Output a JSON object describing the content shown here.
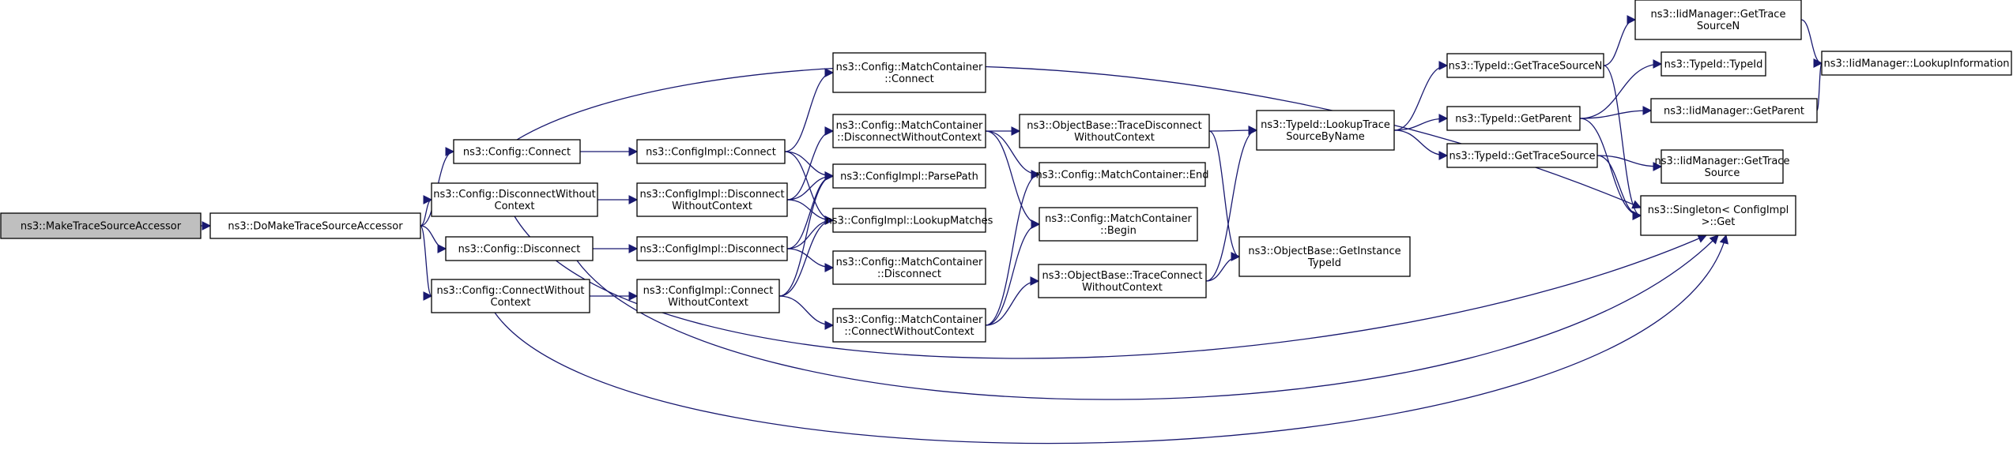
{
  "graph": {
    "nodes": [
      {
        "id": "n0",
        "lines": [
          "ns3::MakeTraceSourceAccessor"
        ],
        "root": true
      },
      {
        "id": "n1",
        "lines": [
          "ns3::DoMakeTraceSourceAccessor"
        ]
      },
      {
        "id": "n2",
        "lines": [
          "ns3::Config::Connect"
        ]
      },
      {
        "id": "n3",
        "lines": [
          "ns3::Config::DisconnectWithout",
          "Context"
        ]
      },
      {
        "id": "n4",
        "lines": [
          "ns3::Config::Disconnect"
        ]
      },
      {
        "id": "n5",
        "lines": [
          "ns3::Config::ConnectWithout",
          "Context"
        ]
      },
      {
        "id": "n6",
        "lines": [
          "ns3::ConfigImpl::Connect"
        ]
      },
      {
        "id": "n7",
        "lines": [
          "ns3::ConfigImpl::Disconnect",
          "WithoutContext"
        ]
      },
      {
        "id": "n8",
        "lines": [
          "ns3::ConfigImpl::Disconnect"
        ]
      },
      {
        "id": "n9",
        "lines": [
          "ns3::ConfigImpl::Connect",
          "WithoutContext"
        ]
      },
      {
        "id": "n10",
        "lines": [
          "ns3::Config::MatchContainer",
          "::Connect"
        ]
      },
      {
        "id": "n11",
        "lines": [
          "ns3::Config::MatchContainer",
          "::DisconnectWithoutContext"
        ]
      },
      {
        "id": "n12",
        "lines": [
          "ns3::ConfigImpl::ParsePath"
        ]
      },
      {
        "id": "n13",
        "lines": [
          "ns3::ConfigImpl::LookupMatches"
        ]
      },
      {
        "id": "n14",
        "lines": [
          "ns3::Config::MatchContainer",
          "::Disconnect"
        ]
      },
      {
        "id": "n15",
        "lines": [
          "ns3::Config::MatchContainer",
          "::ConnectWithoutContext"
        ]
      },
      {
        "id": "n16",
        "lines": [
          "ns3::ObjectBase::TraceDisconnect",
          "WithoutContext"
        ]
      },
      {
        "id": "n17",
        "lines": [
          "ns3::Config::MatchContainer::End"
        ]
      },
      {
        "id": "n18",
        "lines": [
          "ns3::Config::MatchContainer",
          "::Begin"
        ]
      },
      {
        "id": "n19",
        "lines": [
          "ns3::ObjectBase::TraceConnect",
          "WithoutContext"
        ]
      },
      {
        "id": "n20",
        "lines": [
          "ns3::TypeId::LookupTrace",
          "SourceByName"
        ]
      },
      {
        "id": "n21",
        "lines": [
          "ns3::ObjectBase::GetInstance",
          "TypeId"
        ]
      },
      {
        "id": "n22",
        "lines": [
          "ns3::TypeId::GetTraceSourceN"
        ]
      },
      {
        "id": "n23",
        "lines": [
          "ns3::TypeId::GetParent"
        ]
      },
      {
        "id": "n24",
        "lines": [
          "ns3::TypeId::GetTraceSource"
        ]
      },
      {
        "id": "n25",
        "lines": [
          "ns3::IidManager::GetTrace",
          "SourceN"
        ]
      },
      {
        "id": "n26",
        "lines": [
          "ns3::TypeId::TypeId"
        ]
      },
      {
        "id": "n27",
        "lines": [
          "ns3::IidManager::GetParent"
        ]
      },
      {
        "id": "n28",
        "lines": [
          "ns3::IidManager::GetTrace",
          "Source"
        ]
      },
      {
        "id": "n29",
        "lines": [
          "ns3::Singleton< ConfigImpl",
          " >::Get"
        ]
      },
      {
        "id": "n30",
        "lines": [
          "ns3::IidManager::LookupInformation"
        ]
      }
    ],
    "edges": [
      [
        "n0",
        "n1"
      ],
      [
        "n1",
        "n2"
      ],
      [
        "n1",
        "n3"
      ],
      [
        "n1",
        "n4"
      ],
      [
        "n1",
        "n5"
      ],
      [
        "n2",
        "n6"
      ],
      [
        "n2",
        "n29"
      ],
      [
        "n3",
        "n7"
      ],
      [
        "n3",
        "n29"
      ],
      [
        "n4",
        "n8"
      ],
      [
        "n4",
        "n29"
      ],
      [
        "n5",
        "n9"
      ],
      [
        "n5",
        "n29"
      ],
      [
        "n6",
        "n10"
      ],
      [
        "n6",
        "n12"
      ],
      [
        "n6",
        "n13"
      ],
      [
        "n7",
        "n11"
      ],
      [
        "n7",
        "n12"
      ],
      [
        "n7",
        "n13"
      ],
      [
        "n8",
        "n14"
      ],
      [
        "n8",
        "n12"
      ],
      [
        "n8",
        "n13"
      ],
      [
        "n9",
        "n15"
      ],
      [
        "n9",
        "n12"
      ],
      [
        "n9",
        "n13"
      ],
      [
        "n11",
        "n16"
      ],
      [
        "n11",
        "n17"
      ],
      [
        "n11",
        "n18"
      ],
      [
        "n15",
        "n19"
      ],
      [
        "n15",
        "n17"
      ],
      [
        "n15",
        "n18"
      ],
      [
        "n16",
        "n20"
      ],
      [
        "n16",
        "n21"
      ],
      [
        "n19",
        "n20"
      ],
      [
        "n19",
        "n21"
      ],
      [
        "n20",
        "n22"
      ],
      [
        "n20",
        "n23"
      ],
      [
        "n20",
        "n24"
      ],
      [
        "n22",
        "n25"
      ],
      [
        "n22",
        "n29"
      ],
      [
        "n23",
        "n26"
      ],
      [
        "n23",
        "n27"
      ],
      [
        "n23",
        "n29"
      ],
      [
        "n24",
        "n28"
      ],
      [
        "n24",
        "n29"
      ],
      [
        "n25",
        "n30"
      ],
      [
        "n27",
        "n30"
      ]
    ]
  }
}
